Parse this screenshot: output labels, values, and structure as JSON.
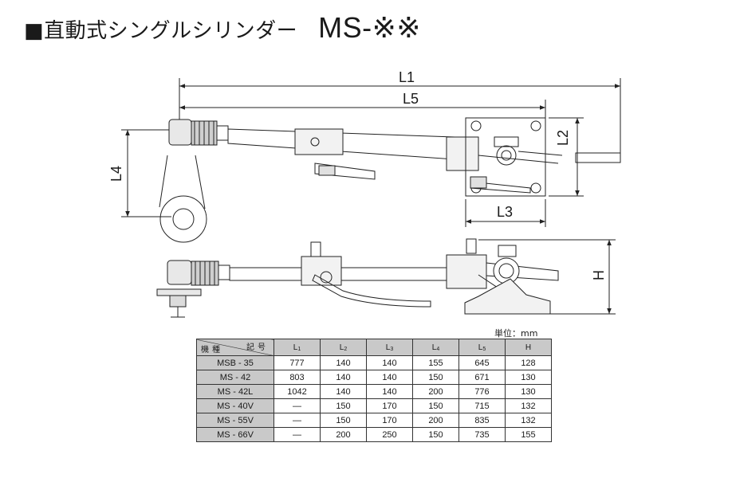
{
  "title": {
    "jp": "■直動式シングルシリンダー",
    "model": "MS-※※"
  },
  "drawing": {
    "dim_labels": {
      "L1": "L1",
      "L5": "L5",
      "L2": "L2",
      "L3": "L3",
      "L4": "L4",
      "H": "H"
    }
  },
  "table": {
    "unit": "単位：mm",
    "corner_top": "記号",
    "corner_bottom": "機種",
    "columns": [
      {
        "base": "L",
        "sub": "1"
      },
      {
        "base": "L",
        "sub": "2"
      },
      {
        "base": "L",
        "sub": "3"
      },
      {
        "base": "L",
        "sub": "4"
      },
      {
        "base": "L",
        "sub": "5"
      },
      {
        "base": "H",
        "sub": ""
      }
    ],
    "rows": [
      {
        "model": "MSB - 35",
        "values": [
          "777",
          "140",
          "140",
          "155",
          "645",
          "128"
        ]
      },
      {
        "model": "MS - 42",
        "values": [
          "803",
          "140",
          "140",
          "150",
          "671",
          "130"
        ]
      },
      {
        "model": "MS - 42L",
        "values": [
          "1042",
          "140",
          "140",
          "200",
          "776",
          "130"
        ]
      },
      {
        "model": "MS - 40V",
        "values": [
          "—",
          "150",
          "170",
          "150",
          "715",
          "132"
        ]
      },
      {
        "model": "MS - 55V",
        "values": [
          "—",
          "150",
          "170",
          "200",
          "835",
          "132"
        ]
      },
      {
        "model": "MS - 66V",
        "values": [
          "—",
          "200",
          "250",
          "150",
          "735",
          "155"
        ]
      }
    ]
  }
}
